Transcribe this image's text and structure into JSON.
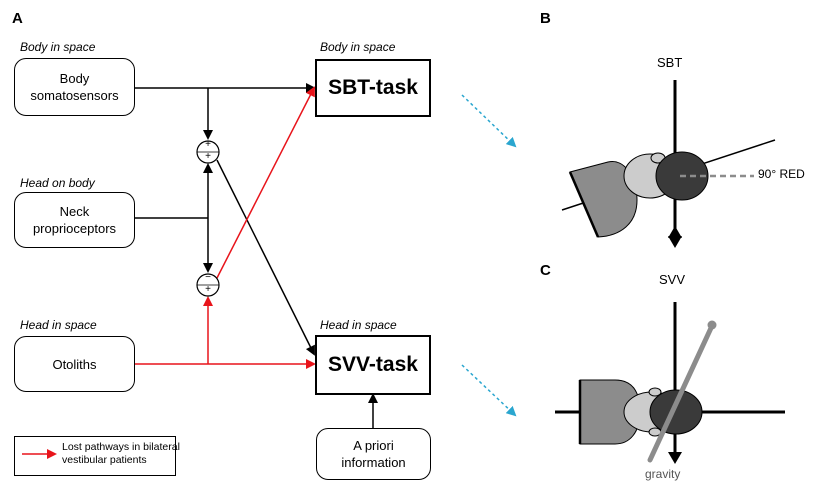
{
  "panels": {
    "a": "A",
    "b": "B",
    "c": "C"
  },
  "diagram": {
    "inputs": [
      {
        "frame": "Body in space",
        "label": "Body\nsomatosensors"
      },
      {
        "frame": "Head on body",
        "label": "Neck\nproprioceptors"
      },
      {
        "frame": "Head in space",
        "label": "Otoliths"
      }
    ],
    "tasks": [
      {
        "frame": "Body in space",
        "label": "SBT-task"
      },
      {
        "frame": "Head in space",
        "label": "SVV-task"
      }
    ],
    "prior": "A priori\ninformation",
    "sum_upper": [
      "+",
      "+"
    ],
    "sum_lower": [
      "−",
      "+"
    ],
    "legend": "Lost pathways in bilateral\nvestibular patients"
  },
  "panel_b": {
    "title": "SBT",
    "red_label": "90° RED"
  },
  "panel_c": {
    "title": "SVV",
    "gravity_label": "gravity"
  },
  "colors": {
    "lost_pathway": "#e8141b",
    "dashed_arrow": "#2aa6cf",
    "body_gray": "#8c8c8c",
    "head_dark": "#3a3a3a",
    "head_light": "#cccccc"
  }
}
